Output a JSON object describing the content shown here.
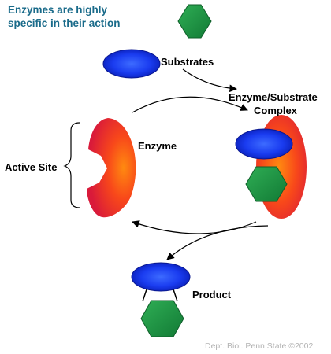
{
  "title": {
    "line1": "Enzymes are highly",
    "line2": "specific in their action"
  },
  "labels": {
    "substrates": "Substrates",
    "complex_line1": "Enzyme/Substrate",
    "complex_line2": "Complex",
    "enzyme": "Enzyme",
    "active_site": "Active Site",
    "product": "Product"
  },
  "credit": "Dept. Biol. Penn State ©2002",
  "colors": {
    "title": "#1a6b8a",
    "blue_substrate": "#1030e0",
    "green_substrate": "#1f8a3f",
    "enzyme_red": "#e0202f",
    "enzyme_orange": "#ff7a10",
    "credit": "#b3b3b3"
  }
}
